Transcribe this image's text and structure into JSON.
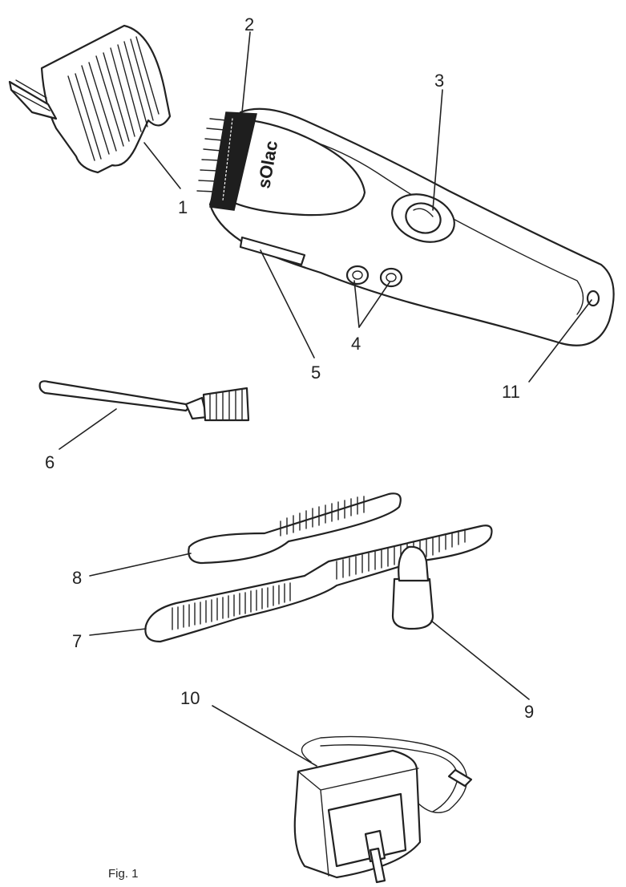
{
  "figure": {
    "caption": "Fig. 1",
    "brand": "sOlac"
  },
  "callouts": {
    "c1": "1",
    "c2": "2",
    "c3": "3",
    "c4": "4",
    "c5": "5",
    "c6": "6",
    "c7": "7",
    "c8": "8",
    "c9": "9",
    "c10": "10",
    "c11": "11"
  }
}
